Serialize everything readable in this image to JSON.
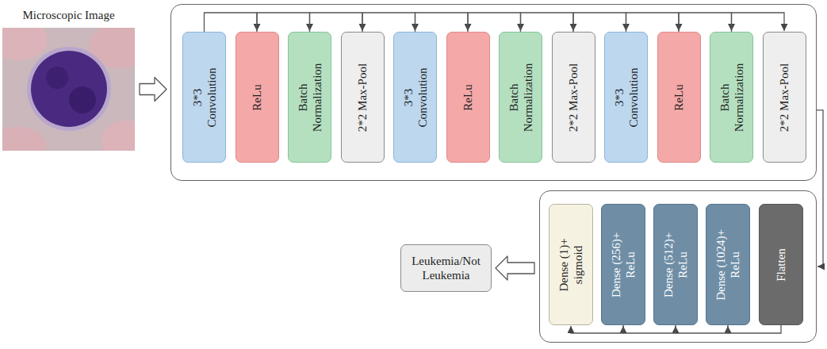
{
  "diagram": {
    "nodes": [
      {
        "text": [
          "Microscopic Image"
        ]
      },
      {
        "text": []
      },
      {
        "text": [
          "3*3 Convolution"
        ],
        "in": 1
      },
      {
        "text": [
          "ReLu"
        ],
        "in": 1
      },
      {
        "text": [
          "Batch Normalization"
        ],
        "in": 1
      },
      {
        "text": [
          "2*2 Max-Pool"
        ],
        "in": 1
      },
      {
        "text": [
          "3*3 Convolution"
        ],
        "in": 1
      },
      {
        "text": [
          "ReLu"
        ],
        "in": 1
      },
      {
        "text": [
          "Batch Normalization"
        ],
        "in": 1
      },
      {
        "text": [
          "2*2 Max-Pool"
        ],
        "in": 1
      },
      {
        "text": [
          "3*3 Convolution"
        ],
        "in": 1
      },
      {
        "text": [
          "ReLu"
        ],
        "in": 1
      },
      {
        "text": [
          "Batch Normalization"
        ],
        "in": 1
      },
      {
        "text": [
          "2*2 Max-Pool"
        ],
        "in": 1
      },
      {
        "text": []
      },
      {
        "text": [
          "Dense (1)+ sigmoid"
        ],
        "in": 14
      },
      {
        "text": [
          "Dense (256)+ ReLu"
        ],
        "in": 14
      },
      {
        "text": [
          "Dense (512)+ ReLu"
        ],
        "in": 14
      },
      {
        "text": [
          "Dense (1024)+ ReLu"
        ],
        "in": 14
      },
      {
        "text": [
          "Flatten"
        ],
        "in": 14
      },
      {
        "text": [
          "Leukemia/Not Leukemia"
        ]
      }
    ],
    "edges": [
      {
        "from": 0,
        "to": 1,
        "arrow": "to"
      },
      {
        "from": 2,
        "to": 3,
        "arrow": "to"
      },
      {
        "from": 3,
        "to": 4,
        "arrow": "to"
      },
      {
        "from": 4,
        "to": 5,
        "arrow": "to"
      },
      {
        "from": 5,
        "to": 6,
        "arrow": "to"
      },
      {
        "from": 6,
        "to": 7,
        "arrow": "to"
      },
      {
        "from": 7,
        "to": 8,
        "arrow": "to"
      },
      {
        "from": 8,
        "to": 9,
        "arrow": "to"
      },
      {
        "from": 9,
        "to": 10,
        "arrow": "to"
      },
      {
        "from": 10,
        "to": 11,
        "arrow": "to"
      },
      {
        "from": 11,
        "to": 12,
        "arrow": "to"
      },
      {
        "from": 12,
        "to": 13,
        "arrow": "to"
      },
      {
        "from": 1,
        "to": 14,
        "arrow": "to"
      },
      {
        "from": 19,
        "to": 18,
        "arrow": "to"
      },
      {
        "from": 18,
        "to": 17,
        "arrow": "to"
      },
      {
        "from": 17,
        "to": 16,
        "arrow": "to"
      },
      {
        "from": 16,
        "to": 15,
        "arrow": "to"
      },
      {
        "from": 14,
        "to": 20,
        "arrow": "to"
      }
    ]
  }
}
